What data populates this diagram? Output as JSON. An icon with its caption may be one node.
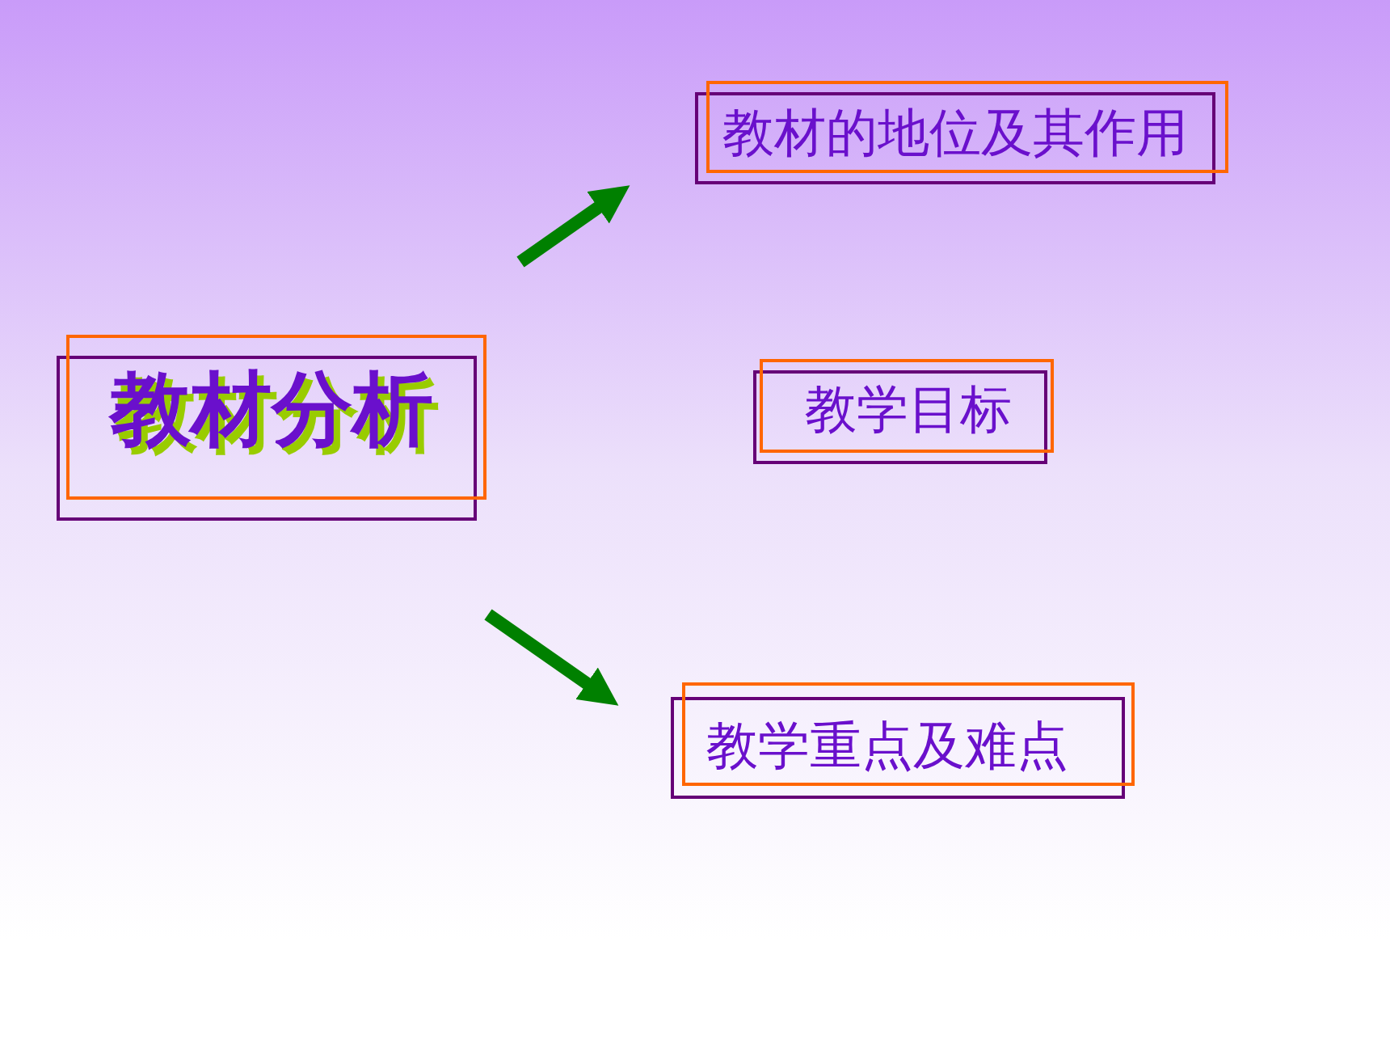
{
  "diagram": {
    "nodes": [
      {
        "text": [
          "教材分析"
        ]
      },
      {
        "text": [
          "教材的地位及其作用"
        ]
      },
      {
        "text": [
          "教学目标"
        ]
      },
      {
        "text": [
          "教学重点及难点"
        ]
      }
    ],
    "edges": [
      {
        "from": 0,
        "to": 1,
        "arrow": "to"
      },
      {
        "from": 0,
        "to": 3,
        "arrow": "to"
      }
    ]
  }
}
